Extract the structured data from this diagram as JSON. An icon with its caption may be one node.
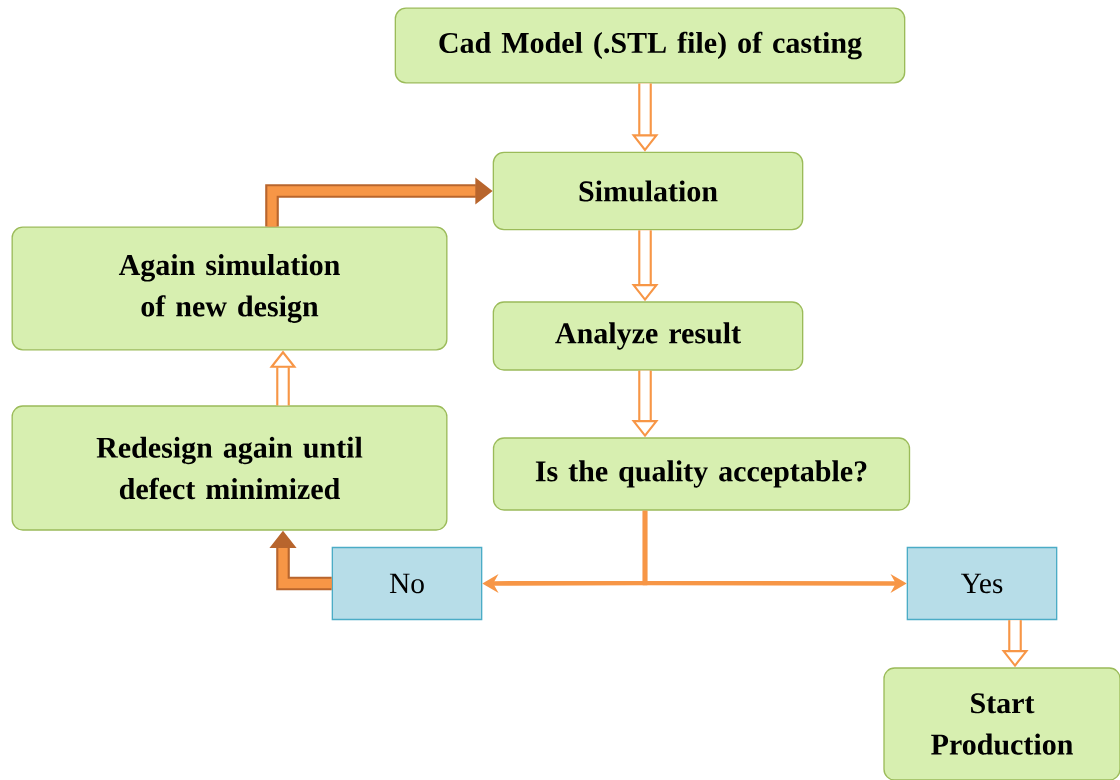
{
  "diagram": {
    "nodes": [
      {
        "text": [
          "Cad Model (.STL file) of casting"
        ]
      },
      {
        "text": [
          "Simulation"
        ]
      },
      {
        "text": [
          "Analyze result"
        ]
      },
      {
        "text": [
          "Is the quality acceptable?"
        ]
      },
      {
        "text": [
          "No"
        ]
      },
      {
        "text": [
          "Yes"
        ]
      },
      {
        "text": [
          "Start Production"
        ]
      },
      {
        "text": [
          "Redesign again until defect minimized"
        ]
      },
      {
        "text": [
          "Again simulation of new design"
        ]
      }
    ],
    "edges": [
      {
        "from": 0,
        "to": 1,
        "arrow": "to"
      },
      {
        "from": 1,
        "to": 2,
        "arrow": "to"
      },
      {
        "from": 2,
        "to": 3,
        "arrow": "to"
      },
      {
        "from": 3,
        "to": 4,
        "arrow": "to"
      },
      {
        "from": 3,
        "to": 5,
        "arrow": "to"
      },
      {
        "from": 5,
        "to": 6,
        "arrow": "to"
      },
      {
        "from": 4,
        "to": 7,
        "arrow": "to",
        "color": "#b8652d"
      },
      {
        "from": 7,
        "to": 8,
        "arrow": "to"
      },
      {
        "from": 8,
        "to": 1,
        "arrow": "to",
        "color": "#b8652d"
      }
    ]
  }
}
